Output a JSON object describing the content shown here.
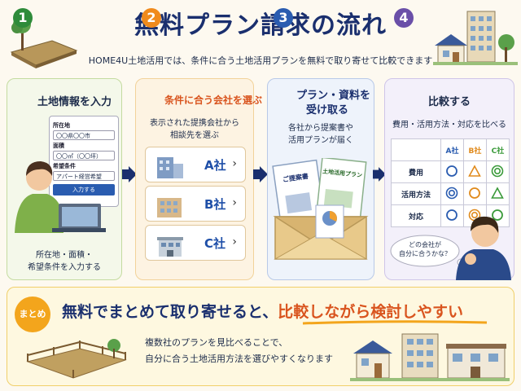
{
  "header": {
    "title": "無料プラン請求の流れ",
    "subtitle": "HOME4U土地活用では、条件に合う土地活用プランを無料で取り寄せて比較できます"
  },
  "steps": [
    {
      "number": "1",
      "title": "土地情報を入力",
      "form": {
        "location_label": "所在地",
        "location_value": "〇〇県〇〇市",
        "area_label": "面積",
        "area_value": "〇〇㎡（〇〇坪）",
        "wish_label": "希望条件",
        "wish_value": "アパート経営希望",
        "submit_label": "入力する"
      },
      "desc_lines": [
        "所在地・面積・",
        "希望条件を入力する"
      ]
    },
    {
      "number": "2",
      "title": "条件に合う会社を選ぶ",
      "desc_lines": [
        "表示された提携会社から",
        "相談先を選ぶ"
      ],
      "companies": [
        "A社",
        "B社",
        "C社"
      ]
    },
    {
      "number": "3",
      "title_lines": [
        "プラン・資料を",
        "受け取る"
      ],
      "desc_lines": [
        "各社から提案書や",
        "活用プランが届く"
      ],
      "doc_labels": [
        "ご提案書",
        "土地活用プラン"
      ]
    },
    {
      "number": "4",
      "title": "比較する",
      "desc": "費用・活用方法・対応を比べる",
      "table": {
        "headers": [
          "A社",
          "B社",
          "C社"
        ],
        "rows": [
          {
            "label": "費用",
            "marks": [
              "circle",
              "triangle",
              "double-circle"
            ]
          },
          {
            "label": "活用方法",
            "marks": [
              "double-circle",
              "circle",
              "triangle"
            ]
          },
          {
            "label": "対応",
            "marks": [
              "circle",
              "double-circle",
              "circle"
            ]
          }
        ]
      },
      "bubble_lines": [
        "どの会社が",
        "自分に合うかな？"
      ]
    }
  ],
  "summary": {
    "badge": "まとめ",
    "headline_part1": "無料でまとめて取り寄せると、",
    "headline_highlight": "比較しながら検討しやすい",
    "lines": [
      "複数社のプランを見比べることで、",
      "自分に合う土地活用方法を選びやすくなります"
    ]
  },
  "colors": {
    "step1": "#2e8b3a",
    "step2": "#f08a1c",
    "step3": "#2a5cb0",
    "step4": "#6a4fa8",
    "mark_blue": "#2a5cb0",
    "mark_orange": "#e08a1c",
    "mark_green": "#3a9a3a",
    "highlight": "#d9541e"
  }
}
